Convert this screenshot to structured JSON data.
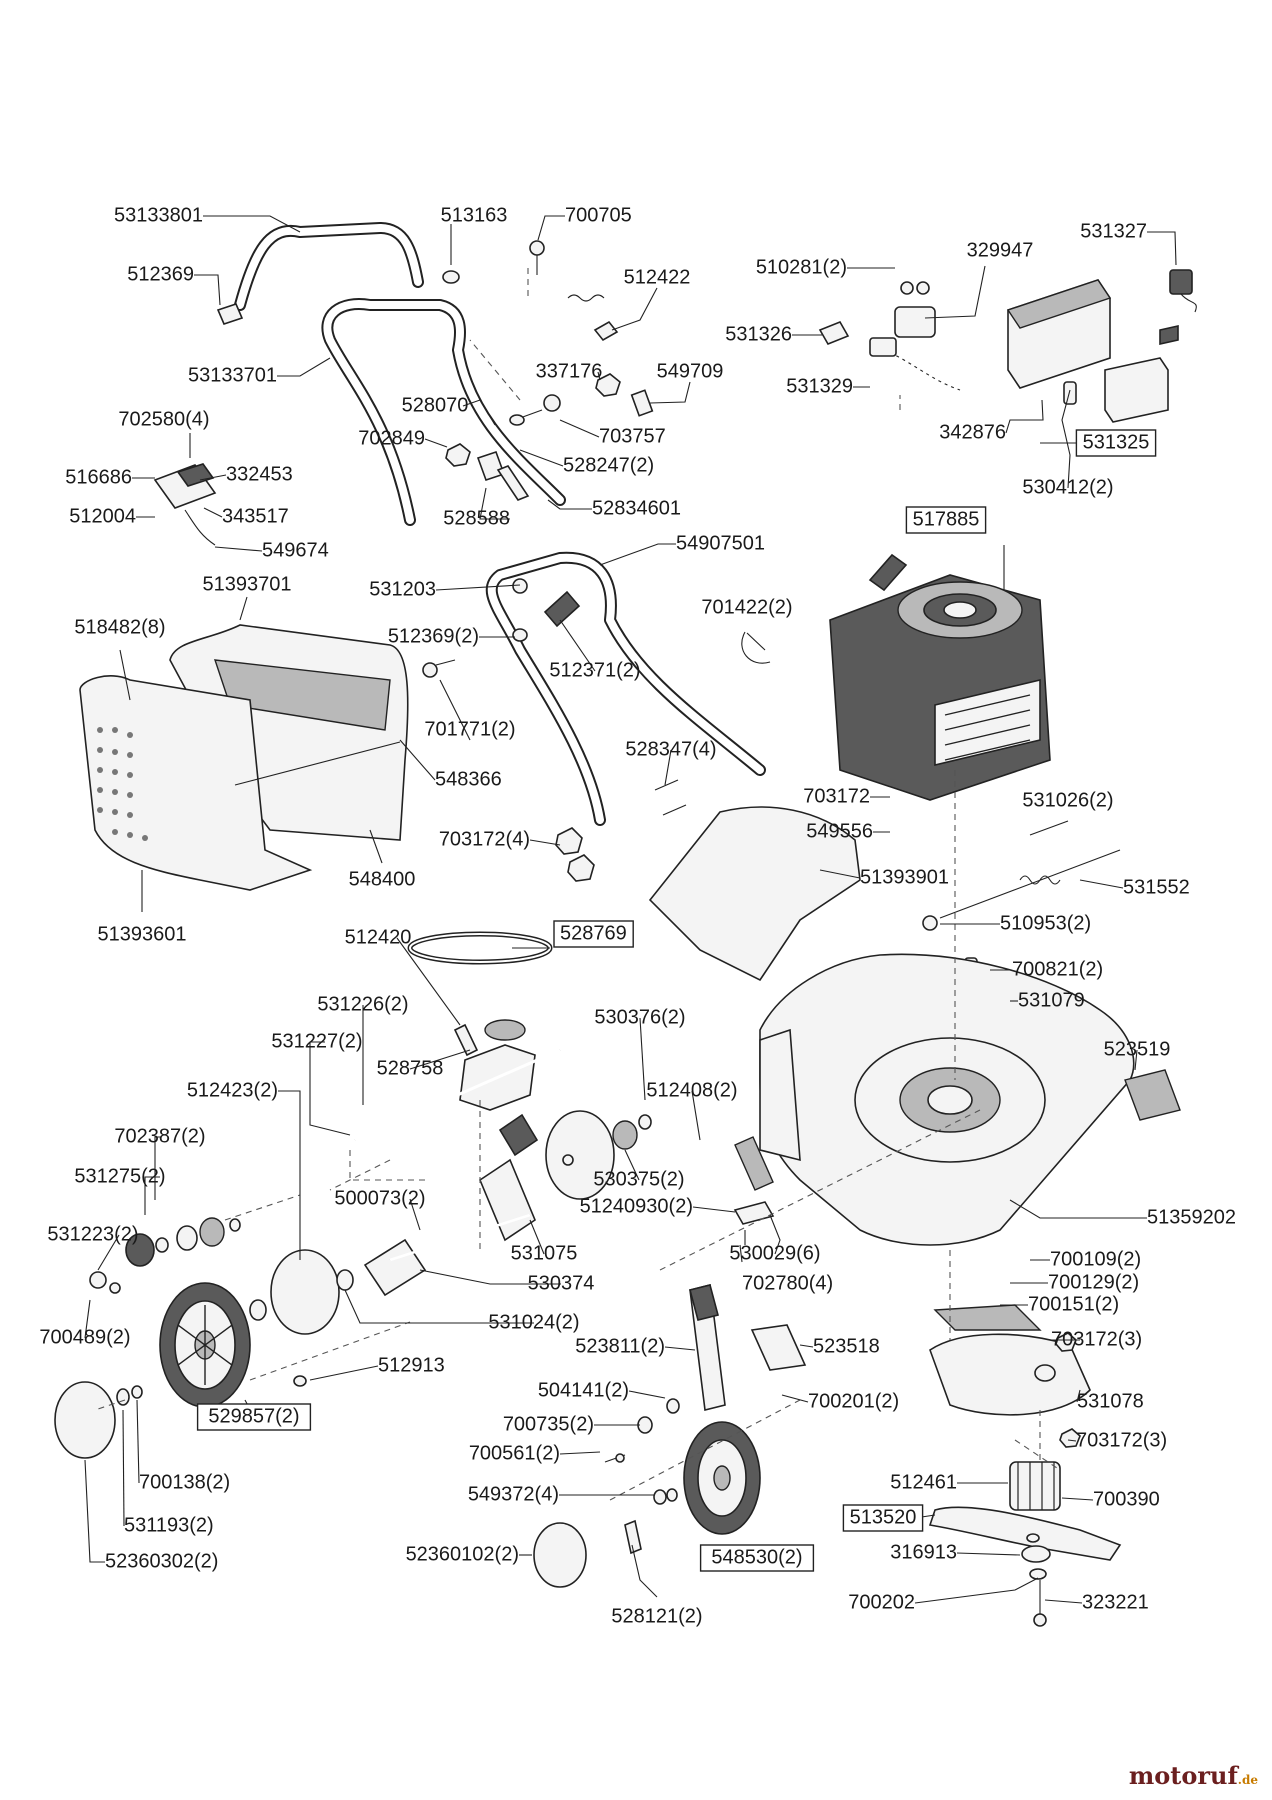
{
  "labels": [
    {
      "id": "53133801",
      "text": "53133801",
      "boxed": false
    },
    {
      "id": "513163",
      "text": "513163",
      "boxed": false
    },
    {
      "id": "700705",
      "text": "700705",
      "boxed": false
    },
    {
      "id": "531327",
      "text": "531327",
      "boxed": false
    },
    {
      "id": "329947",
      "text": "329947",
      "boxed": false
    },
    {
      "id": "510281",
      "text": "510281(2)",
      "boxed": false
    },
    {
      "id": "512369a",
      "text": "512369",
      "boxed": false
    },
    {
      "id": "512422",
      "text": "512422",
      "boxed": false
    },
    {
      "id": "531326",
      "text": "531326",
      "boxed": false
    },
    {
      "id": "53133701",
      "text": "53133701",
      "boxed": false
    },
    {
      "id": "337176",
      "text": "337176",
      "boxed": false
    },
    {
      "id": "549709",
      "text": "549709",
      "boxed": false
    },
    {
      "id": "531329",
      "text": "531329",
      "boxed": false
    },
    {
      "id": "528070",
      "text": "528070",
      "boxed": false
    },
    {
      "id": "702580",
      "text": "702580(4)",
      "boxed": false
    },
    {
      "id": "702849",
      "text": "702849",
      "boxed": false
    },
    {
      "id": "703757",
      "text": "703757",
      "boxed": false
    },
    {
      "id": "342876",
      "text": "342876",
      "boxed": false
    },
    {
      "id": "531325",
      "text": "531325",
      "boxed": true
    },
    {
      "id": "516686",
      "text": "516686",
      "boxed": false
    },
    {
      "id": "332453",
      "text": "332453",
      "boxed": false
    },
    {
      "id": "528247",
      "text": "528247(2)",
      "boxed": false
    },
    {
      "id": "530412",
      "text": "530412(2)",
      "boxed": false
    },
    {
      "id": "512004",
      "text": "512004",
      "boxed": false
    },
    {
      "id": "343517",
      "text": "343517",
      "boxed": false
    },
    {
      "id": "528588",
      "text": "528588",
      "boxed": false
    },
    {
      "id": "52834601",
      "text": "52834601",
      "boxed": false
    },
    {
      "id": "517885",
      "text": "517885",
      "boxed": true
    },
    {
      "id": "549674",
      "text": "549674",
      "boxed": false
    },
    {
      "id": "54907501",
      "text": "54907501",
      "boxed": false
    },
    {
      "id": "51393701",
      "text": "51393701",
      "boxed": false
    },
    {
      "id": "531203",
      "text": "531203",
      "boxed": false
    },
    {
      "id": "701422",
      "text": "701422(2)",
      "boxed": false
    },
    {
      "id": "518482",
      "text": "518482(8)",
      "boxed": false
    },
    {
      "id": "512369b",
      "text": "512369(2)",
      "boxed": false
    },
    {
      "id": "512371",
      "text": "512371(2)",
      "boxed": false
    },
    {
      "id": "701771",
      "text": "701771(2)",
      "boxed": false
    },
    {
      "id": "528347",
      "text": "528347(4)",
      "boxed": false
    },
    {
      "id": "548366",
      "text": "548366",
      "boxed": false
    },
    {
      "id": "703172a",
      "text": "703172",
      "boxed": false
    },
    {
      "id": "531026",
      "text": "531026(2)",
      "boxed": false
    },
    {
      "id": "549556",
      "text": "549556",
      "boxed": false
    },
    {
      "id": "703172b",
      "text": "703172(4)",
      "boxed": false
    },
    {
      "id": "51393901",
      "text": "51393901",
      "boxed": false
    },
    {
      "id": "548400",
      "text": "548400",
      "boxed": false
    },
    {
      "id": "531552",
      "text": "531552",
      "boxed": false
    },
    {
      "id": "510953",
      "text": "510953(2)",
      "boxed": false
    },
    {
      "id": "51393601",
      "text": "51393601",
      "boxed": false
    },
    {
      "id": "512420",
      "text": "512420",
      "boxed": false
    },
    {
      "id": "528769",
      "text": "528769",
      "boxed": true
    },
    {
      "id": "700821",
      "text": "700821(2)",
      "boxed": false
    },
    {
      "id": "531079",
      "text": "531079",
      "boxed": false
    },
    {
      "id": "531226",
      "text": "531226(2)",
      "boxed": false
    },
    {
      "id": "530376",
      "text": "530376(2)",
      "boxed": false
    },
    {
      "id": "531227",
      "text": "531227(2)",
      "boxed": false
    },
    {
      "id": "528758",
      "text": "528758",
      "boxed": false
    },
    {
      "id": "523519",
      "text": "523519",
      "boxed": false
    },
    {
      "id": "512423",
      "text": "512423(2)",
      "boxed": false
    },
    {
      "id": "512408",
      "text": "512408(2)",
      "boxed": false
    },
    {
      "id": "702387",
      "text": "702387(2)",
      "boxed": false
    },
    {
      "id": "531275",
      "text": "531275(2)",
      "boxed": false
    },
    {
      "id": "530375",
      "text": "530375(2)",
      "boxed": false
    },
    {
      "id": "500073",
      "text": "500073(2)",
      "boxed": false
    },
    {
      "id": "51240930",
      "text": "51240930(2)",
      "boxed": false
    },
    {
      "id": "51359202",
      "text": "51359202",
      "boxed": false
    },
    {
      "id": "531223",
      "text": "531223(2)",
      "boxed": false
    },
    {
      "id": "531075",
      "text": "531075",
      "boxed": false
    },
    {
      "id": "530029",
      "text": "530029(6)",
      "boxed": false
    },
    {
      "id": "700109",
      "text": "700109(2)",
      "boxed": false
    },
    {
      "id": "530374",
      "text": "530374",
      "boxed": false
    },
    {
      "id": "702780",
      "text": "702780(4)",
      "boxed": false
    },
    {
      "id": "700129",
      "text": "700129(2)",
      "boxed": false
    },
    {
      "id": "700151",
      "text": "700151(2)",
      "boxed": false
    },
    {
      "id": "531024",
      "text": "531024(2)",
      "boxed": false
    },
    {
      "id": "700489",
      "text": "700489(2)",
      "boxed": false
    },
    {
      "id": "523811",
      "text": "523811(2)",
      "boxed": false
    },
    {
      "id": "523518",
      "text": "523518",
      "boxed": false
    },
    {
      "id": "703172c",
      "text": "703172(3)",
      "boxed": false
    },
    {
      "id": "512913",
      "text": "512913",
      "boxed": false
    },
    {
      "id": "504141",
      "text": "504141(2)",
      "boxed": false
    },
    {
      "id": "531078",
      "text": "531078",
      "boxed": false
    },
    {
      "id": "529857",
      "text": "529857(2)",
      "boxed": true
    },
    {
      "id": "700735",
      "text": "700735(2)",
      "boxed": false
    },
    {
      "id": "700201",
      "text": "700201(2)",
      "boxed": false
    },
    {
      "id": "703172d",
      "text": "703172(3)",
      "boxed": false
    },
    {
      "id": "700561",
      "text": "700561(2)",
      "boxed": false
    },
    {
      "id": "700138",
      "text": "700138(2)",
      "boxed": false
    },
    {
      "id": "512461",
      "text": "512461",
      "boxed": false
    },
    {
      "id": "549372",
      "text": "549372(4)",
      "boxed": false
    },
    {
      "id": "700390",
      "text": "700390",
      "boxed": false
    },
    {
      "id": "531193",
      "text": "531193(2)",
      "boxed": false
    },
    {
      "id": "513520",
      "text": "513520",
      "boxed": true
    },
    {
      "id": "316913",
      "text": "316913",
      "boxed": false
    },
    {
      "id": "52360102",
      "text": "52360102(2)",
      "boxed": false
    },
    {
      "id": "548530",
      "text": "548530(2)",
      "boxed": true
    },
    {
      "id": "52360302",
      "text": "52360302(2)",
      "boxed": false
    },
    {
      "id": "700202",
      "text": "700202",
      "boxed": false
    },
    {
      "id": "323221",
      "text": "323221",
      "boxed": false
    },
    {
      "id": "528121",
      "text": "528121(2)",
      "boxed": false
    }
  ],
  "watermark": {
    "brand": "motoruf",
    "suffix": ".de"
  }
}
